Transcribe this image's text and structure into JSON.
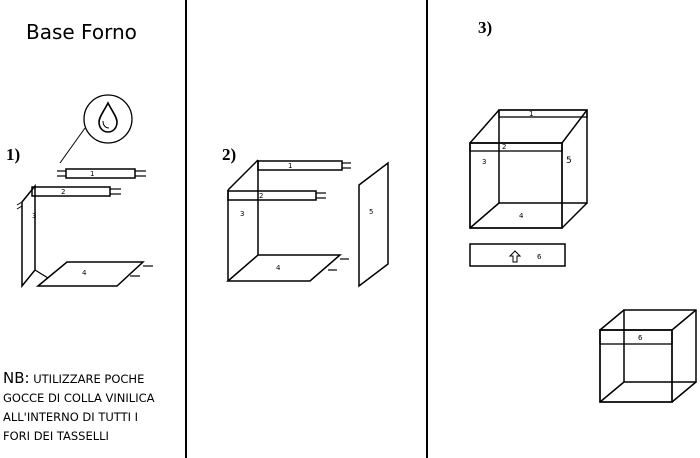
{
  "title": "Base Forno",
  "steps": {
    "s1": "1)",
    "s2": "2)",
    "s3": "3)"
  },
  "note": {
    "prefix": "NB:",
    "lines": [
      "UTILIZZARE POCHE",
      "GOCCE DI COLLA VINILICA",
      "ALL'INTERNO DI TUTTI I",
      "FORI DEI TASSELLI"
    ]
  },
  "parts": {
    "p1": "1",
    "p2": "2",
    "p3": "3",
    "p4": "4",
    "p5": "5",
    "p6": "6"
  },
  "icons": [
    "glue-drop-icon",
    "arrow-up-icon"
  ]
}
